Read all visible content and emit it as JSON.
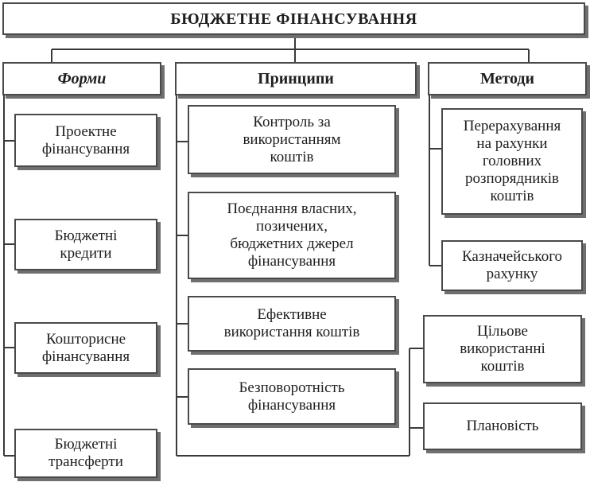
{
  "title": "БЮДЖЕТНЕ ФІНАНСУВАННЯ",
  "columns": {
    "forms": {
      "header": "Форми",
      "items": [
        "Проектне\nфінансування",
        "Бюджетні\nкредити",
        "Кошторисне\nфінансування",
        "Бюджетні\nтрансферти"
      ]
    },
    "principles": {
      "header": "Принципи",
      "items": [
        "Контроль за\nвикористанням\nкоштів",
        "Поєднання власних,\nпозичених,\nбюджетних джерел\nфінансування",
        "Ефективне\nвикористання коштів",
        "Безповоротність\nфінансування",
        "Цільове\nвикористанні\nкоштів",
        "Плановість"
      ]
    },
    "methods": {
      "header": "Методи",
      "items": [
        "Перерахування\nна рахунки\nголовних\nрозпорядників\nкоштів",
        "Казначейського\nрахунку"
      ]
    }
  }
}
